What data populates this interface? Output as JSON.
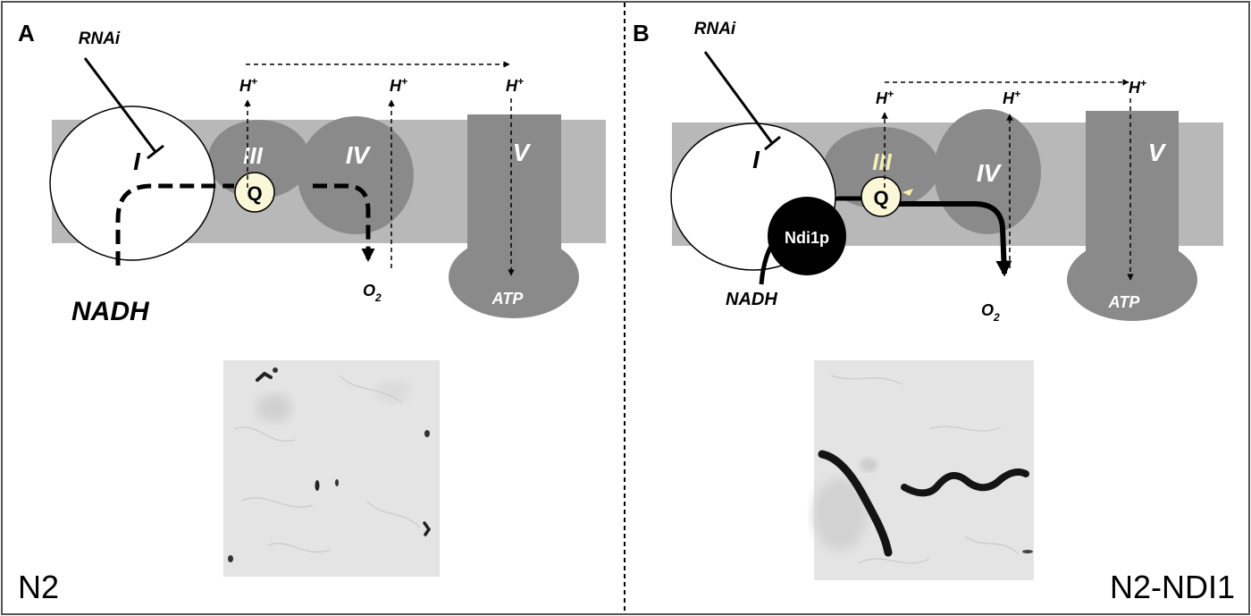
{
  "panels": [
    {
      "letter": "A",
      "strain": "N2",
      "inhibitor": "RNAi",
      "complexes": {
        "c1": "I",
        "c3": "III",
        "c4": "IV",
        "c5": "V"
      },
      "quinone": "Q",
      "substrate": "NADH",
      "oxygen": "O",
      "oxygen_sub": "2",
      "proton": "H",
      "proton_sup": "+",
      "atp": "ATP"
    },
    {
      "letter": "B",
      "strain": "N2-NDI1",
      "inhibitor": "RNAi",
      "complexes": {
        "c1": "I",
        "c3": "III",
        "c4": "IV",
        "c5": "V"
      },
      "quinone": "Q",
      "substrate": "NADH",
      "alt_enzyme": "Ndi1p",
      "oxygen": "O",
      "oxygen_sub": "2",
      "proton": "H",
      "proton_sup": "+",
      "atp": "ATP"
    }
  ],
  "colors": {
    "membrane": "#b8b8b8",
    "complex": "#8a8a8a",
    "quinone_fill": "#fbf7d8",
    "ndi1p": "#000000",
    "photo_bg": "#e4e4e4"
  }
}
